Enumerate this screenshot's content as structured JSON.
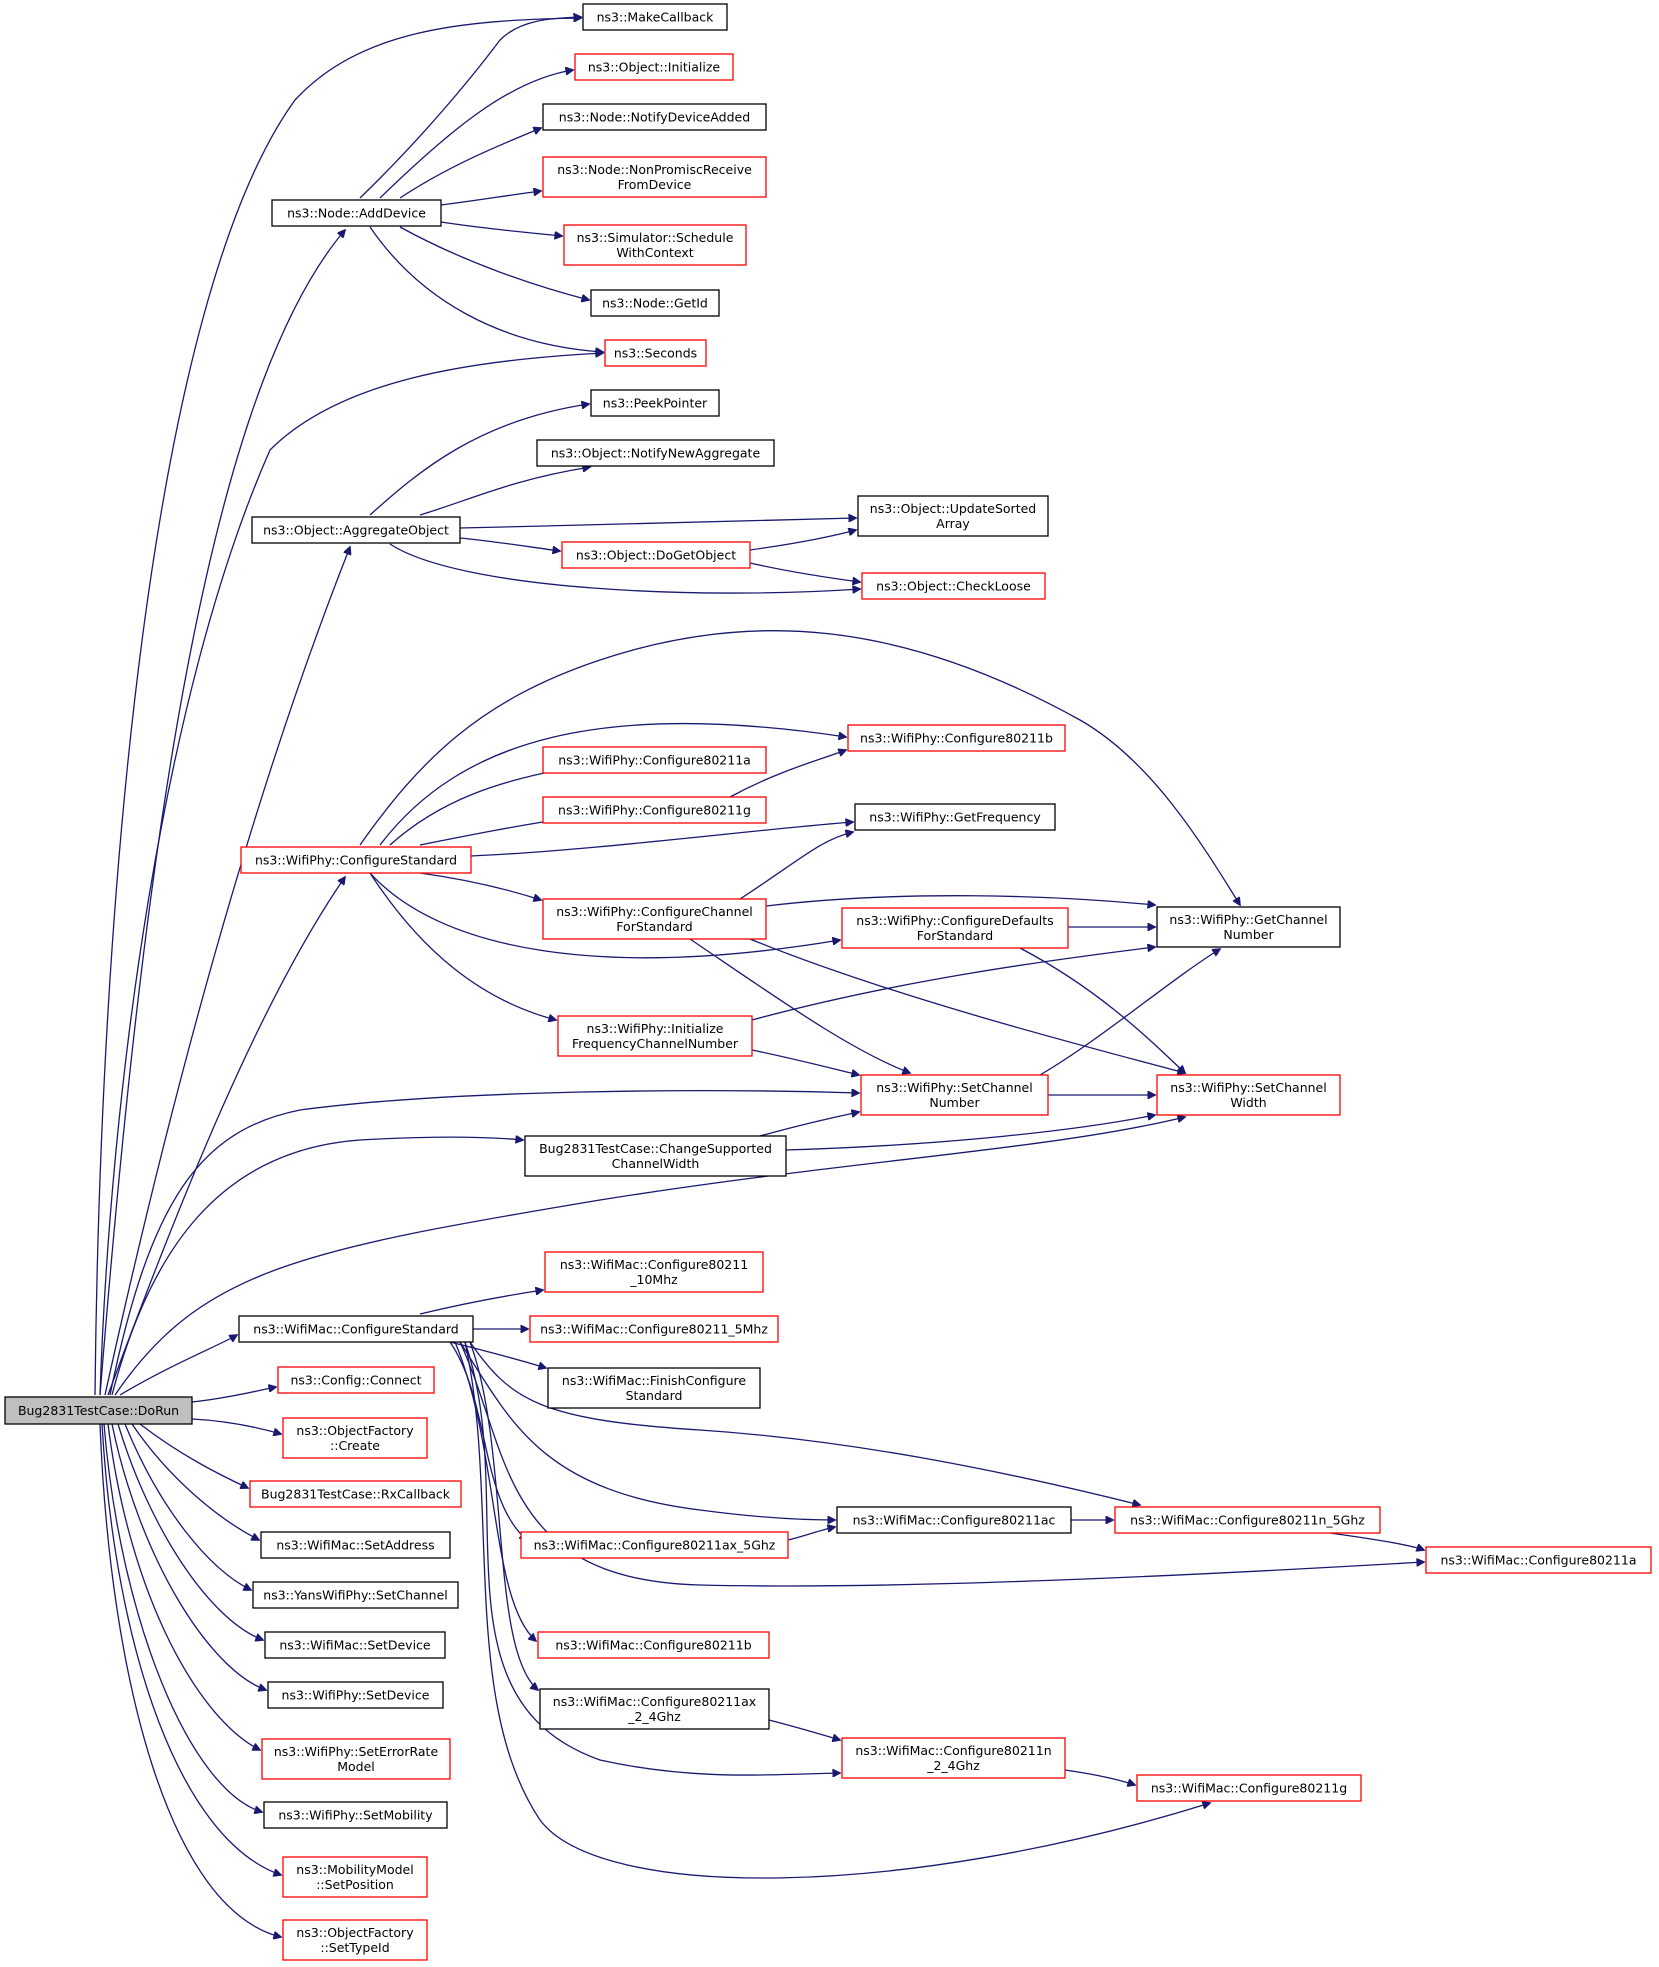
{
  "colors": {
    "edge": "#191970",
    "border_documented": "#000000",
    "border_undocumented": "#ff0000",
    "root_fill": "#bfbfbf"
  },
  "nodes": [
    {
      "id": "root",
      "lines": [
        "Bug2831TestCase::DoRun"
      ],
      "kind": "root"
    },
    {
      "id": "makecallback",
      "lines": [
        "ns3::MakeCallback"
      ],
      "kind": "black"
    },
    {
      "id": "obj_init",
      "lines": [
        "ns3::Object::Initialize"
      ],
      "kind": "red"
    },
    {
      "id": "node_notify",
      "lines": [
        "ns3::Node::NotifyDeviceAdded"
      ],
      "kind": "black"
    },
    {
      "id": "node_nonpromisc",
      "lines": [
        "ns3::Node::NonPromiscReceive",
        "FromDevice"
      ],
      "kind": "red"
    },
    {
      "id": "node_adddevice",
      "lines": [
        "ns3::Node::AddDevice"
      ],
      "kind": "black"
    },
    {
      "id": "sim_schedule",
      "lines": [
        "ns3::Simulator::Schedule",
        "WithContext"
      ],
      "kind": "red"
    },
    {
      "id": "node_getid",
      "lines": [
        "ns3::Node::GetId"
      ],
      "kind": "black"
    },
    {
      "id": "seconds",
      "lines": [
        "ns3::Seconds"
      ],
      "kind": "red"
    },
    {
      "id": "peekpointer",
      "lines": [
        "ns3::PeekPointer"
      ],
      "kind": "black"
    },
    {
      "id": "obj_notifynewagg",
      "lines": [
        "ns3::Object::NotifyNewAggregate"
      ],
      "kind": "black"
    },
    {
      "id": "obj_updatesorted",
      "lines": [
        "ns3::Object::UpdateSorted",
        "Array"
      ],
      "kind": "black"
    },
    {
      "id": "obj_aggregate",
      "lines": [
        "ns3::Object::AggregateObject"
      ],
      "kind": "black"
    },
    {
      "id": "obj_dogetobject",
      "lines": [
        "ns3::Object::DoGetObject"
      ],
      "kind": "red"
    },
    {
      "id": "obj_checkloose",
      "lines": [
        "ns3::Object::CheckLoose"
      ],
      "kind": "red"
    },
    {
      "id": "phy_cfg11b",
      "lines": [
        "ns3::WifiPhy::Configure80211b"
      ],
      "kind": "red"
    },
    {
      "id": "phy_cfg11a",
      "lines": [
        "ns3::WifiPhy::Configure80211a"
      ],
      "kind": "red"
    },
    {
      "id": "phy_cfg11g",
      "lines": [
        "ns3::WifiPhy::Configure80211g"
      ],
      "kind": "red"
    },
    {
      "id": "phy_getfreq",
      "lines": [
        "ns3::WifiPhy::GetFrequency"
      ],
      "kind": "black"
    },
    {
      "id": "phy_cfgstd",
      "lines": [
        "ns3::WifiPhy::ConfigureStandard"
      ],
      "kind": "red"
    },
    {
      "id": "phy_cfgchanstd",
      "lines": [
        "ns3::WifiPhy::ConfigureChannel",
        "ForStandard"
      ],
      "kind": "red"
    },
    {
      "id": "phy_cfgdefstd",
      "lines": [
        "ns3::WifiPhy::ConfigureDefaults",
        "ForStandard"
      ],
      "kind": "red"
    },
    {
      "id": "phy_getchannum",
      "lines": [
        "ns3::WifiPhy::GetChannel",
        "Number"
      ],
      "kind": "black"
    },
    {
      "id": "phy_initfreq",
      "lines": [
        "ns3::WifiPhy::Initialize",
        "FrequencyChannelNumber"
      ],
      "kind": "red"
    },
    {
      "id": "phy_setchannum",
      "lines": [
        "ns3::WifiPhy::SetChannel",
        "Number"
      ],
      "kind": "red"
    },
    {
      "id": "phy_setchanwidth",
      "lines": [
        "ns3::WifiPhy::SetChannel",
        "Width"
      ],
      "kind": "red"
    },
    {
      "id": "bug_changewidth",
      "lines": [
        "Bug2831TestCase::ChangeSupported",
        "ChannelWidth"
      ],
      "kind": "black"
    },
    {
      "id": "mac_cfg10mhz",
      "lines": [
        "ns3::WifiMac::Configure80211",
        "_10Mhz"
      ],
      "kind": "red"
    },
    {
      "id": "mac_cfgstd",
      "lines": [
        "ns3::WifiMac::ConfigureStandard"
      ],
      "kind": "black"
    },
    {
      "id": "mac_cfg5mhz",
      "lines": [
        "ns3::WifiMac::Configure80211_5Mhz"
      ],
      "kind": "red"
    },
    {
      "id": "config_connect",
      "lines": [
        "ns3::Config::Connect"
      ],
      "kind": "red"
    },
    {
      "id": "mac_finishcfg",
      "lines": [
        "ns3::WifiMac::FinishConfigure",
        "Standard"
      ],
      "kind": "black"
    },
    {
      "id": "objfactory_create",
      "lines": [
        "ns3::ObjectFactory",
        "::Create"
      ],
      "kind": "red"
    },
    {
      "id": "bug_rxcallback",
      "lines": [
        "Bug2831TestCase::RxCallback"
      ],
      "kind": "red"
    },
    {
      "id": "mac_cfg11ac",
      "lines": [
        "ns3::WifiMac::Configure80211ac"
      ],
      "kind": "black"
    },
    {
      "id": "mac_cfg11n5",
      "lines": [
        "ns3::WifiMac::Configure80211n_5Ghz"
      ],
      "kind": "red"
    },
    {
      "id": "mac_setaddress",
      "lines": [
        "ns3::WifiMac::SetAddress"
      ],
      "kind": "black"
    },
    {
      "id": "mac_cfg11ax5",
      "lines": [
        "ns3::WifiMac::Configure80211ax_5Ghz"
      ],
      "kind": "red"
    },
    {
      "id": "mac_cfg11a",
      "lines": [
        "ns3::WifiMac::Configure80211a"
      ],
      "kind": "red"
    },
    {
      "id": "yans_setchannel",
      "lines": [
        "ns3::YansWifiPhy::SetChannel"
      ],
      "kind": "black"
    },
    {
      "id": "mac_setdevice",
      "lines": [
        "ns3::WifiMac::SetDevice"
      ],
      "kind": "black"
    },
    {
      "id": "mac_cfg11b",
      "lines": [
        "ns3::WifiMac::Configure80211b"
      ],
      "kind": "red"
    },
    {
      "id": "phy_setdevice",
      "lines": [
        "ns3::WifiPhy::SetDevice"
      ],
      "kind": "black"
    },
    {
      "id": "mac_cfg11ax24",
      "lines": [
        "ns3::WifiMac::Configure80211ax",
        "_2_4Ghz"
      ],
      "kind": "black"
    },
    {
      "id": "phy_seterrrate",
      "lines": [
        "ns3::WifiPhy::SetErrorRate",
        "Model"
      ],
      "kind": "red"
    },
    {
      "id": "mac_cfg11n24",
      "lines": [
        "ns3::WifiMac::Configure80211n",
        "_2_4Ghz"
      ],
      "kind": "red"
    },
    {
      "id": "mac_cfg11g",
      "lines": [
        "ns3::WifiMac::Configure80211g"
      ],
      "kind": "red"
    },
    {
      "id": "phy_setmobility",
      "lines": [
        "ns3::WifiPhy::SetMobility"
      ],
      "kind": "black"
    },
    {
      "id": "mobility_setpos",
      "lines": [
        "ns3::MobilityModel",
        "::SetPosition"
      ],
      "kind": "red"
    },
    {
      "id": "objfactory_settypeid",
      "lines": [
        "ns3::ObjectFactory",
        "::SetTypeId"
      ],
      "kind": "red"
    }
  ]
}
